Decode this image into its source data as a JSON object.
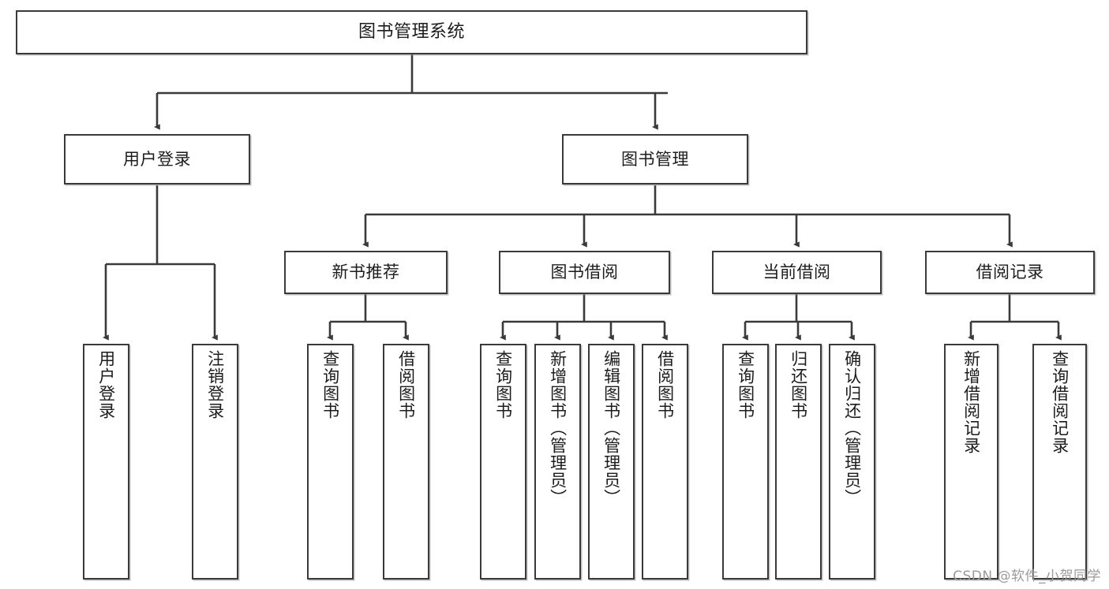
{
  "diagram": {
    "title": "图书管理系统",
    "type": "functional-structure-tree",
    "watermark": "CSDN @软件_小贺同学",
    "colors": {
      "box_border": "#3a3a3a",
      "box_fill": "#ffffff",
      "connector": "#3a3a3a",
      "text": "#1c1c1c",
      "watermark": "#9a9a9a",
      "background": "#ffffff"
    },
    "levels": {
      "root": {
        "label": "图书管理系统"
      },
      "level2": [
        {
          "label": "用户登录"
        },
        {
          "label": "图书管理"
        }
      ],
      "level3": [
        {
          "label": "新书推荐"
        },
        {
          "label": "图书借阅"
        },
        {
          "label": "当前借阅"
        },
        {
          "label": "借阅记录"
        }
      ],
      "leaves": {
        "user_login": [
          {
            "label": "用户登录"
          },
          {
            "label": "注销登录"
          }
        ],
        "new_book_recommend": [
          {
            "label": "查询图书"
          },
          {
            "label": "借阅图书"
          }
        ],
        "book_borrow": [
          {
            "label": "查询图书"
          },
          {
            "label": "新增图书（管理员）"
          },
          {
            "label": "编辑图书（管理员）"
          },
          {
            "label": "借阅图书"
          }
        ],
        "current_borrow": [
          {
            "label": "查询图书"
          },
          {
            "label": "归还图书"
          },
          {
            "label": "确认归还（管理员）"
          }
        ],
        "borrow_record": [
          {
            "label": "新增借阅记录"
          },
          {
            "label": "查询借阅记录"
          }
        ]
      }
    }
  }
}
